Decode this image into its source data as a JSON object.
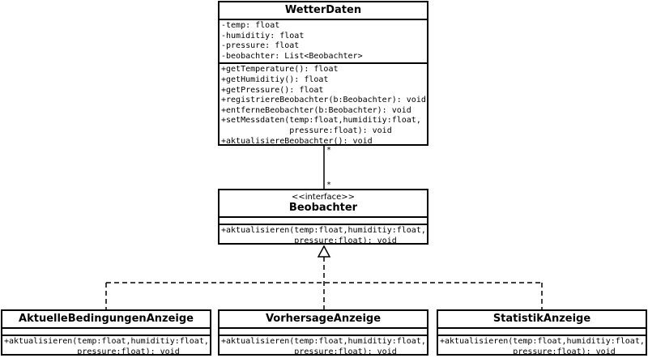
{
  "wetterdaten": {
    "name": "WetterDaten",
    "attributes": [
      "-temp: float",
      "-humiditiy: float",
      "-pressure: float",
      "-beobachter: List<Beobachter>"
    ],
    "operations": [
      "+getTemperature(): float",
      "+getHumiditiy(): float",
      "+getPressure(): float",
      "+registriereBeobachter(b:Beobachter): void",
      "+entferneBeobachter(b:Beobachter): void",
      "+setMessdaten(temp:float,humiditiy:float,",
      "              pressure:float): void",
      "+aktualisiereBeobachter(): void"
    ]
  },
  "beobachter": {
    "stereotype": "<<interface>>",
    "name": "Beobachter",
    "operations": [
      "+aktualisieren(temp:float,humiditiy:float,",
      "               pressure:float): void"
    ]
  },
  "association": {
    "multiplicity_top": "*",
    "multiplicity_bottom": "*"
  },
  "implementations": [
    {
      "name": "AktuelleBedingungenAnzeige",
      "operations": [
        "+aktualisieren(temp:float,humiditiy:float,",
        "               pressure:float): void"
      ]
    },
    {
      "name": "VorhersageAnzeige",
      "operations": [
        "+aktualisieren(temp:float,humiditiy:float,",
        "               pressure:float): void"
      ]
    },
    {
      "name": "StatistikAnzeige",
      "operations": [
        "+aktualisieren(temp:float,humiditiy:float,",
        "               pressure:float): void"
      ]
    }
  ]
}
